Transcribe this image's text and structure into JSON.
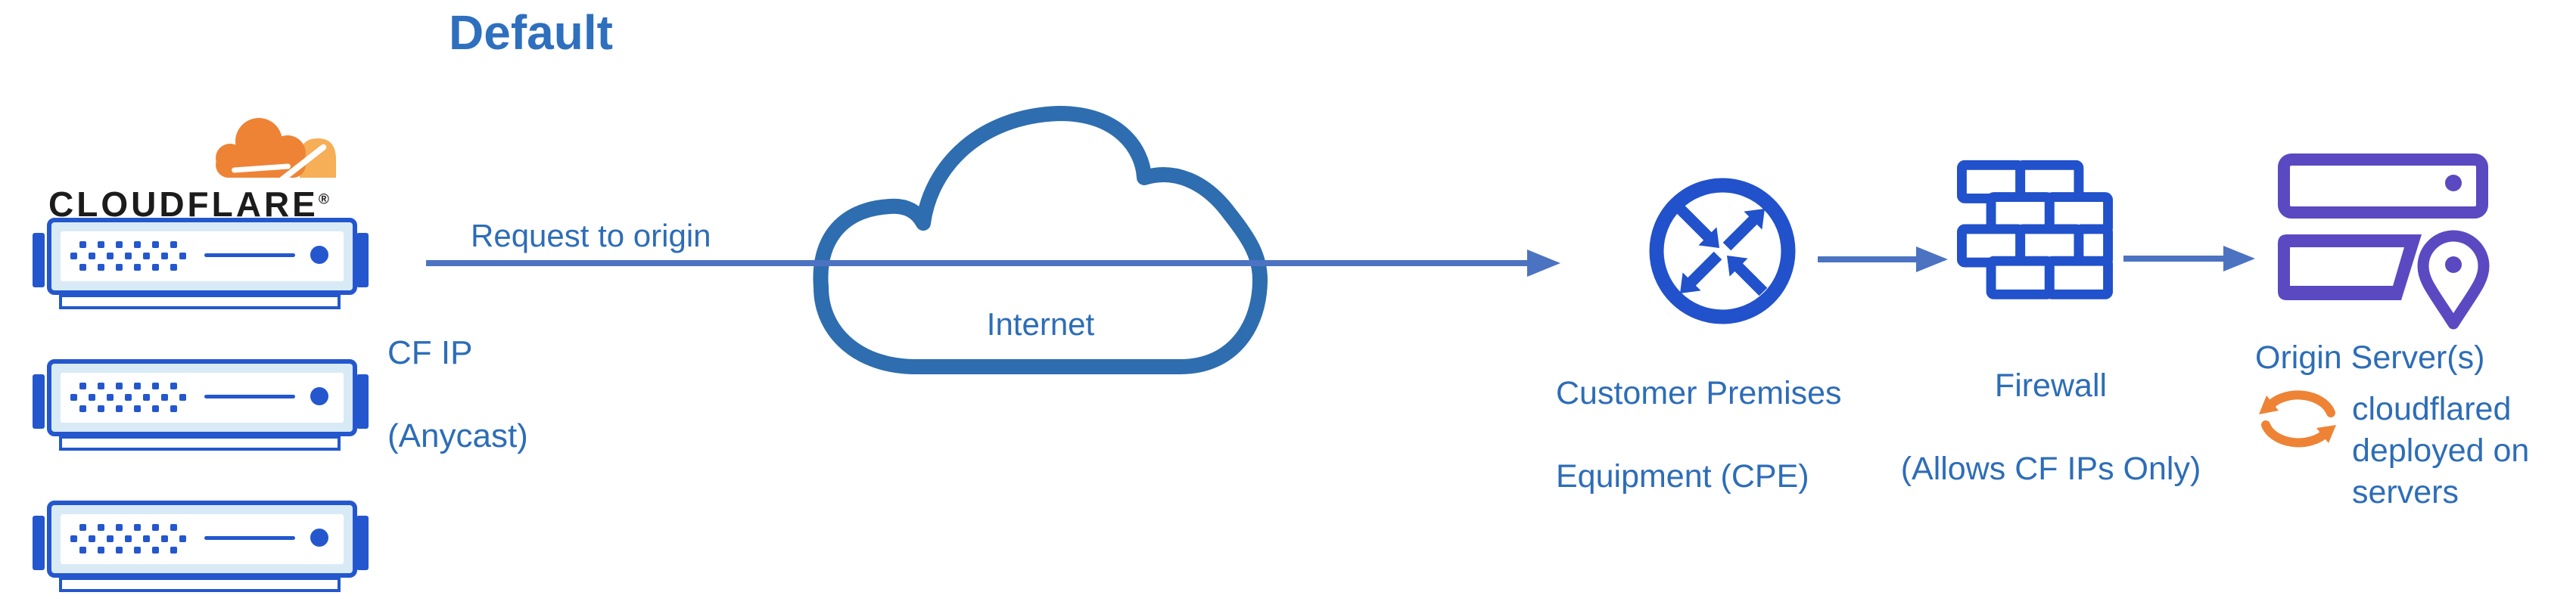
{
  "title": "Default",
  "brand": {
    "wordmark": "CLOUDFLARE",
    "registered_mark": "®",
    "logo_icon": "cloudflare-cloud-logo",
    "server_count": 3
  },
  "flow": {
    "request_label": "Request to origin",
    "cf_ip_line1": "CF IP",
    "cf_ip_line2": "(Anycast)"
  },
  "internet": {
    "label": "Internet",
    "icon": "cloud-icon"
  },
  "cpe": {
    "label_line1": "Customer Premises",
    "label_line2": "Equipment (CPE)",
    "icon": "router-arrows-icon"
  },
  "firewall": {
    "label_line1": "Firewall",
    "label_line2": "(Allows CF IPs Only)",
    "icon": "brick-wall-icon"
  },
  "origin": {
    "label": "Origin Server(s)",
    "note": "cloudflared deployed on servers",
    "icon": "server-stack-location-icon",
    "pin_icon": "location-pin-icon",
    "sync_icon": "sync-arrows-icon"
  },
  "colors": {
    "title_blue": "#2e6fbe",
    "label_blue": "#2d6db7",
    "connector_blue": "#4b73c1",
    "icon_blue": "#2151cb",
    "server_border_blue": "#2457cd",
    "server_panel_blue": "#d9eaf7",
    "cloud_stroke_blue": "#2e6daf",
    "origin_purple": "#5a49c1",
    "logo_orange": "#ee8336",
    "logo_orange_light": "#f6ae57",
    "wordmark_black": "#1c1c1c"
  }
}
